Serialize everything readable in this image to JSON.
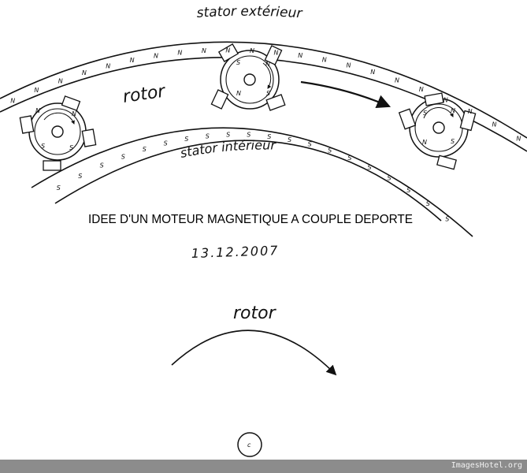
{
  "labels": {
    "stator_outer": "stator extérieur",
    "stator_inner": "stator intérieur",
    "rotor_upper": "rotor",
    "rotor_lower": "rotor",
    "title": "IDEE D'UN MOTEUR MAGNETIQUE A COUPLE DEPORTE",
    "date": "13.12.2007",
    "pole_north": "N",
    "pole_south": "S",
    "center_mark": "c"
  },
  "watermark": "ImagesHotel.org",
  "colors": {
    "ink": "#111111",
    "watermark_bg": "#8c8c8c"
  }
}
